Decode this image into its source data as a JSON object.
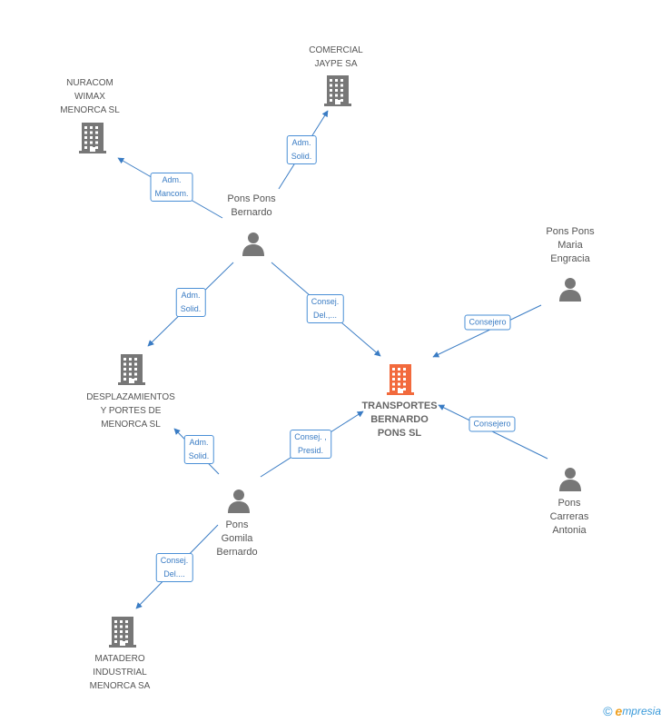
{
  "colors": {
    "edge": "#3a7cc4",
    "icon": "#777777",
    "focus_icon": "#f26a3d"
  },
  "nodes": [
    {
      "id": "nuracom",
      "kind": "company",
      "label": "NURACOM\nWIMAX\nMENORCA SL",
      "icon": "building-icon"
    },
    {
      "id": "comercial",
      "kind": "company",
      "label": "COMERCIAL\nJAYPE SA",
      "icon": "building-icon"
    },
    {
      "id": "pons_bernardo",
      "kind": "person",
      "label": "Pons Pons\nBernardo",
      "icon": "person-icon"
    },
    {
      "id": "pons_maria",
      "kind": "person",
      "label": "Pons Pons\nMaria\nEngracia",
      "icon": "person-icon"
    },
    {
      "id": "desplazamientos",
      "kind": "company",
      "label": "DESPLAZAMIENTOS\nY PORTES DE\nMENORCA SL",
      "icon": "building-icon"
    },
    {
      "id": "transportes",
      "kind": "focus",
      "label": "TRANSPORTES\nBERNARDO\nPONS SL",
      "icon": "building-icon"
    },
    {
      "id": "pons_gomila",
      "kind": "person",
      "label": "Pons\nGomila\nBernardo",
      "icon": "person-icon"
    },
    {
      "id": "pons_carreras",
      "kind": "person",
      "label": "Pons\nCarreras\nAntonia",
      "icon": "person-icon"
    },
    {
      "id": "matadero",
      "kind": "company",
      "label": "MATADERO\nINDUSTRIAL\nMENORCA SA",
      "icon": "building-icon"
    }
  ],
  "edges": [
    {
      "from": "pons_bernardo",
      "to": "nuracom",
      "label": "Adm.\nMancom."
    },
    {
      "from": "pons_bernardo",
      "to": "comercial",
      "label": "Adm.\nSolid."
    },
    {
      "from": "pons_bernardo",
      "to": "desplazamientos",
      "label": "Adm.\nSolid."
    },
    {
      "from": "pons_bernardo",
      "to": "transportes",
      "label": "Consej.\nDel.,..."
    },
    {
      "from": "pons_maria",
      "to": "transportes",
      "label": "Consejero"
    },
    {
      "from": "pons_gomila",
      "to": "transportes",
      "label": "Consej. ,\nPresid."
    },
    {
      "from": "pons_carreras",
      "to": "transportes",
      "label": "Consejero"
    },
    {
      "from": "pons_gomila",
      "to": "desplazamientos",
      "label": "Adm.\nSolid."
    },
    {
      "from": "pons_gomila",
      "to": "matadero",
      "label": "Consej.\nDel...."
    }
  ],
  "footer": {
    "copyright": "©",
    "brand_initial": "e",
    "brand_rest": "mpresia"
  }
}
